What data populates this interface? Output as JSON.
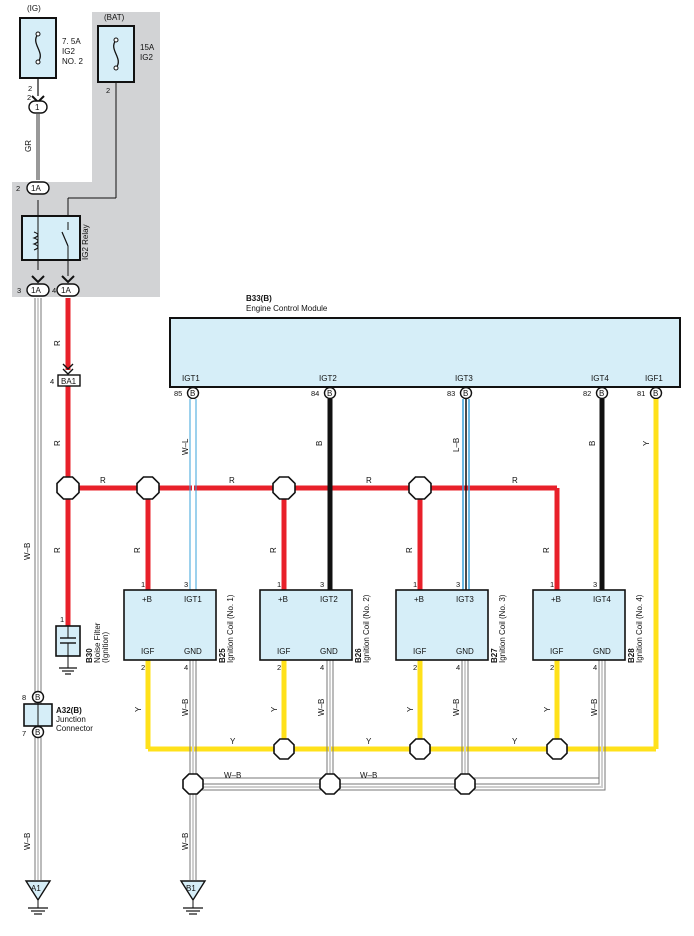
{
  "supply": {
    "fuse1": {
      "source": "(IG)",
      "line1": "7. 5A",
      "line2": "IG2",
      "line3": "NO. 2",
      "pin": "2"
    },
    "fuse2": {
      "source": "(BAT)",
      "line1": "15A",
      "line2": "IG2",
      "pin": "2"
    },
    "conn_1": {
      "label": "1",
      "pin": "2"
    },
    "wire_gr": "GR",
    "conn_1a_top": {
      "label": "1A",
      "pin": "2"
    },
    "relay_label": "IG2 Relay",
    "conn_1a_left": {
      "label": "1A",
      "pin": "3"
    },
    "conn_1a_right": {
      "label": "1A",
      "pin": "4"
    }
  },
  "ecm": {
    "code": "B33(B)",
    "name": "Engine Control Module",
    "terminals": [
      {
        "name": "IGT1",
        "pin": "85",
        "conn": "B"
      },
      {
        "name": "IGT2",
        "pin": "84",
        "conn": "B"
      },
      {
        "name": "IGT3",
        "pin": "83",
        "conn": "B"
      },
      {
        "name": "IGT4",
        "pin": "82",
        "conn": "B"
      },
      {
        "name": "IGF1",
        "pin": "81",
        "conn": "B"
      }
    ]
  },
  "ba1": {
    "label": "BA1",
    "pin": "4"
  },
  "wires": {
    "r": "R",
    "y": "Y",
    "wb": "W–B",
    "igt1": "W–L",
    "igt2": "B",
    "igt3": "L–B",
    "igt4": "B"
  },
  "coils": [
    {
      "code": "B25",
      "name": "Ignition Coil (No. 1)",
      "tl": "+B",
      "tr": "IGT1",
      "bl": "IGF",
      "br": "GND",
      "p1": "1",
      "p3": "3",
      "p2": "2",
      "p4": "4"
    },
    {
      "code": "B26",
      "name": "Ignition Coil (No. 2)",
      "tl": "+B",
      "tr": "IGT2",
      "bl": "IGF",
      "br": "GND",
      "p1": "1",
      "p3": "3",
      "p2": "2",
      "p4": "4"
    },
    {
      "code": "B27",
      "name": "Ignition Coil (No. 3)",
      "tl": "+B",
      "tr": "IGT3",
      "bl": "IGF",
      "br": "GND",
      "p1": "1",
      "p3": "3",
      "p2": "2",
      "p4": "4"
    },
    {
      "code": "B28",
      "name": "Ignition Coil (No. 4)",
      "tl": "+B",
      "tr": "IGT4",
      "bl": "IGF",
      "br": "GND",
      "p1": "1",
      "p3": "3",
      "p2": "2",
      "p4": "4"
    }
  ],
  "noise_filter": {
    "code": "B30",
    "line1": "Noise Filter",
    "line2": "(Ignition)",
    "pin": "1"
  },
  "junction": {
    "code": "A32(B)",
    "line1": "Junction",
    "line2": "Connector",
    "pin_top": "8",
    "pin_bottom": "7",
    "conn": "B"
  },
  "grounds": {
    "a1": "A1",
    "b1": "B1"
  },
  "colors": {
    "red": "#e8202a",
    "yellow": "#ffe11a",
    "black": "#111111",
    "blue": "#3aa3db",
    "gray_wire": "#999999",
    "panel": "#d2d3d5",
    "module": "#d6eef8"
  }
}
